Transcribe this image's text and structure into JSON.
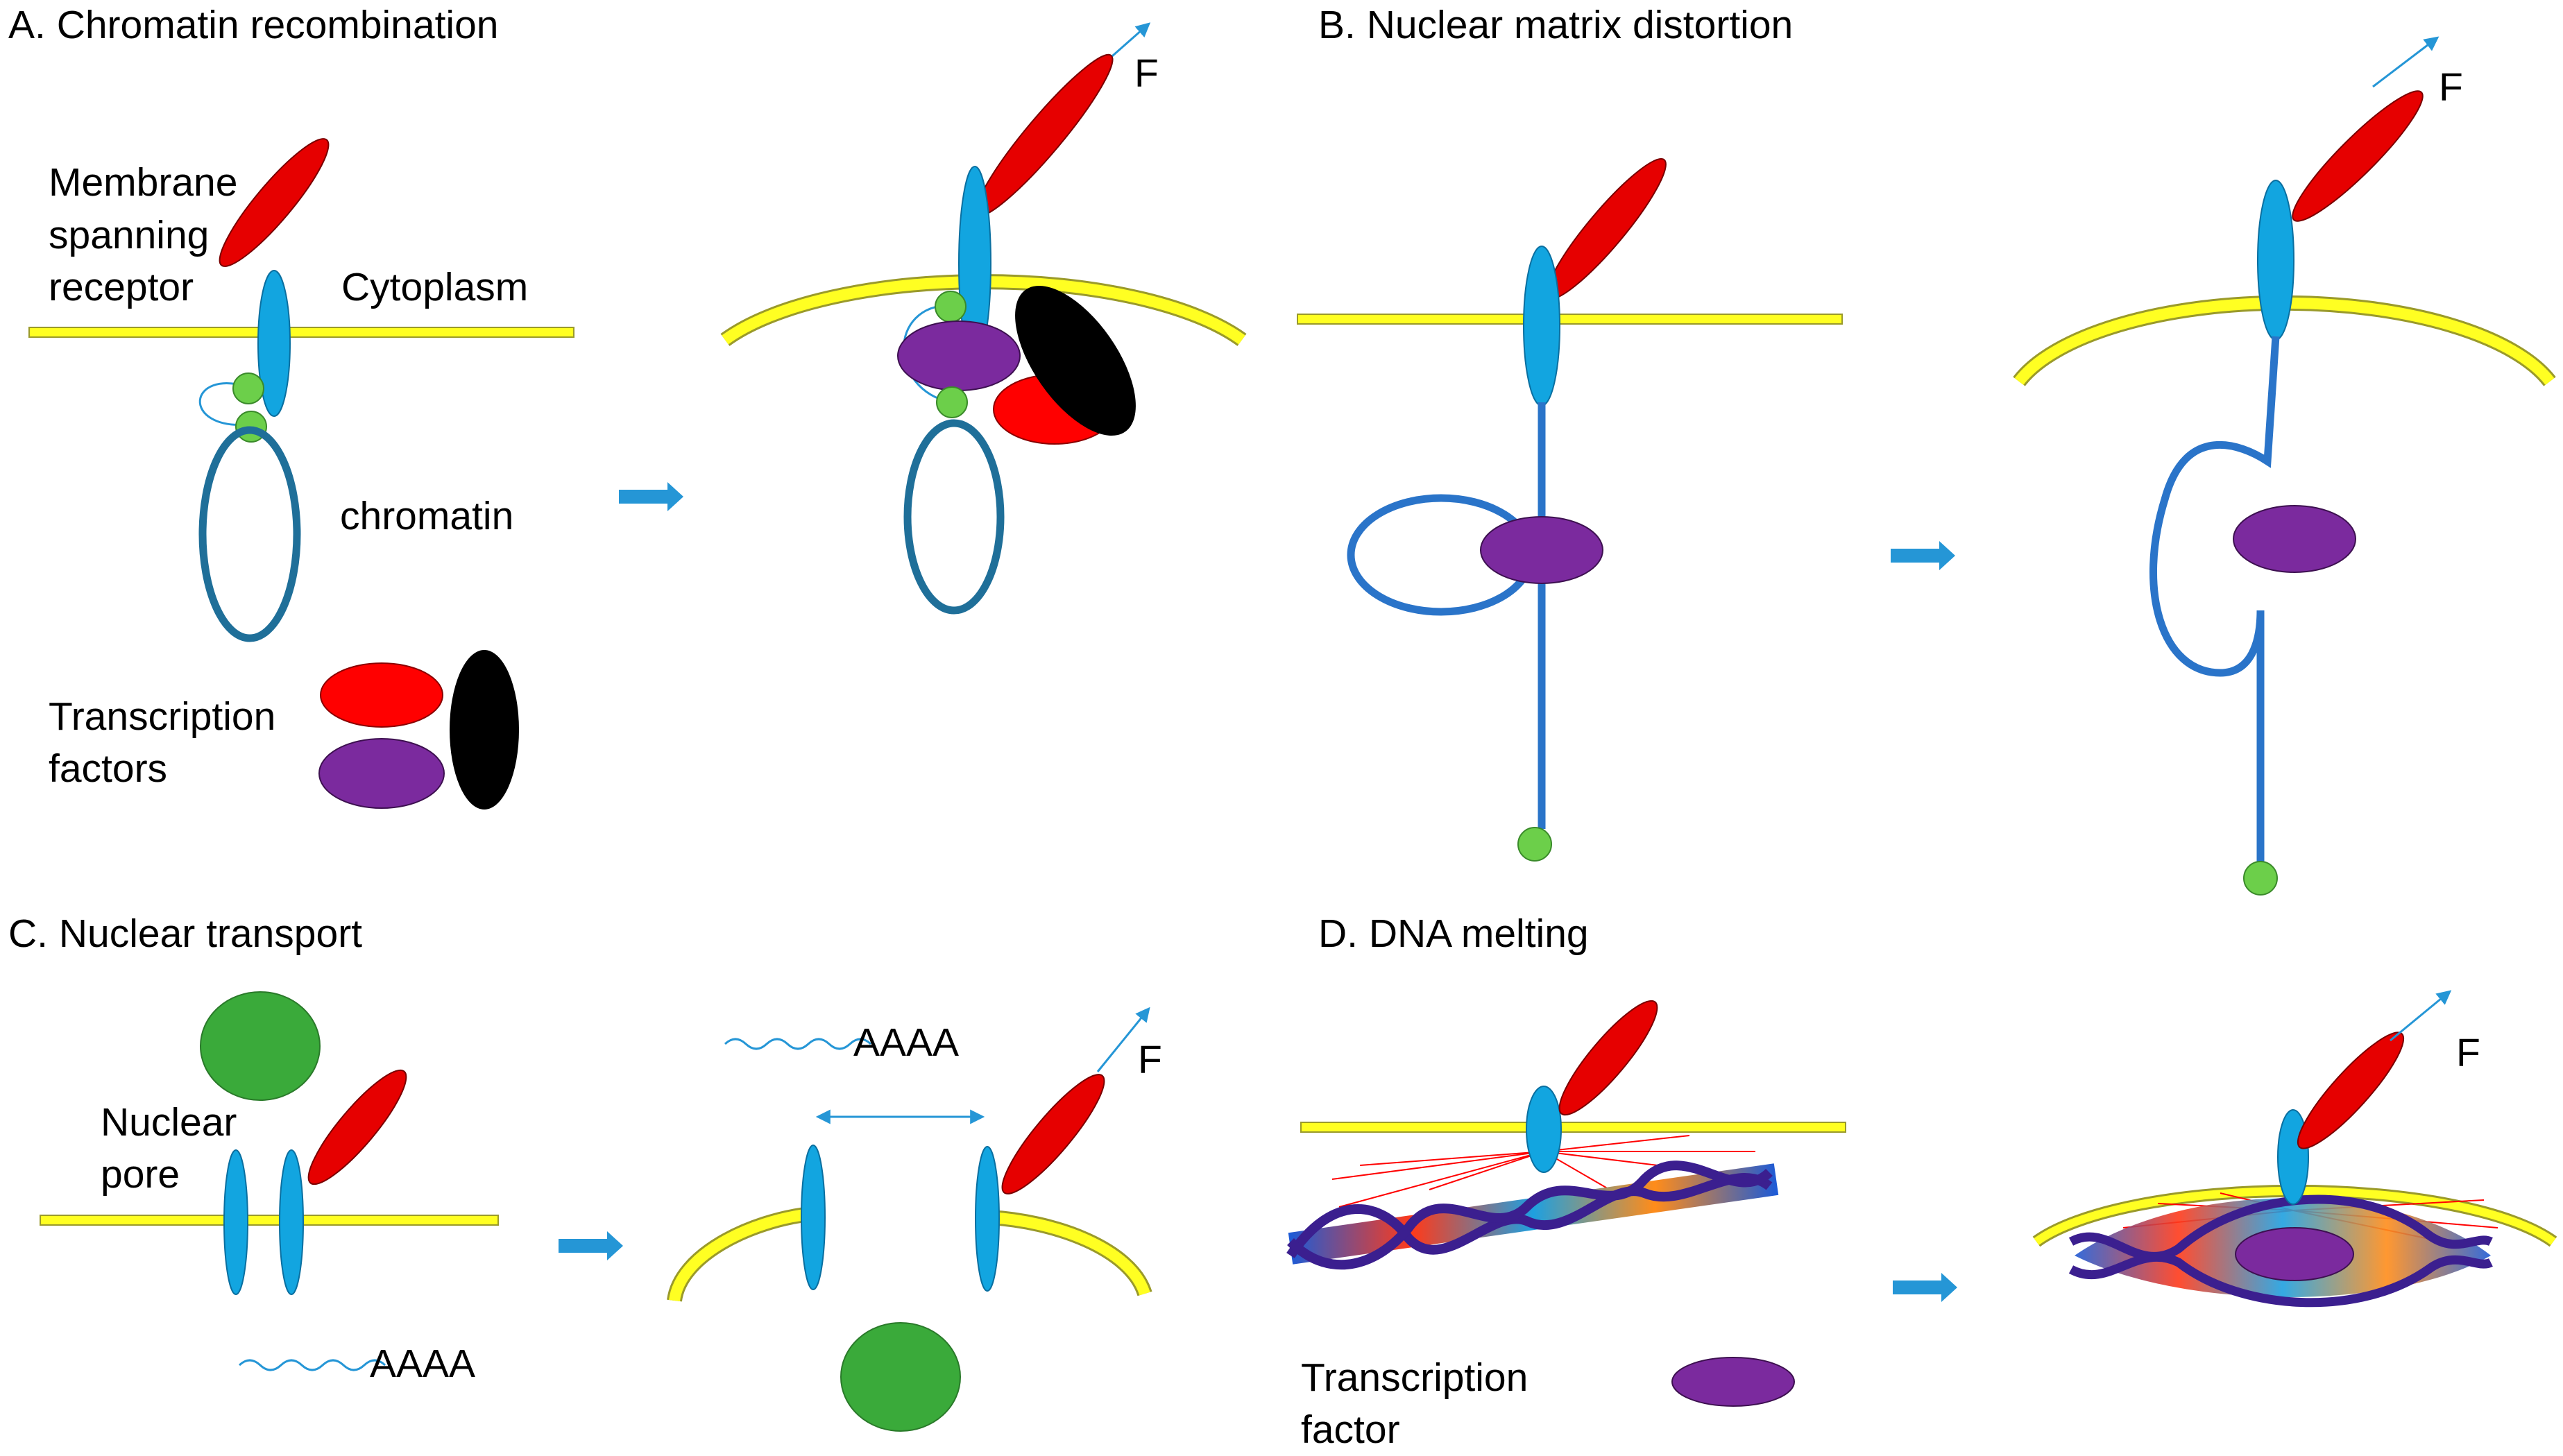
{
  "panels": {
    "a": {
      "title": "A. Chromatin recombination",
      "membrane_line1": "Membrane",
      "membrane_line2": "spanning",
      "membrane_line3": "receptor",
      "cytoplasm": "Cytoplasm",
      "chromatin": "chromatin",
      "tf_line1": "Transcription",
      "tf_line2": "factors",
      "force": "F"
    },
    "b": {
      "title": "B. Nuclear matrix distortion",
      "force": "F"
    },
    "c": {
      "title": "C. Nuclear transport",
      "pore_line1": "Nuclear",
      "pore_line2": "pore",
      "mrna_before": "AAAA",
      "mrna_after": "AAAA",
      "force": "F"
    },
    "d": {
      "title": "D. DNA melting",
      "tf_line1": "Transcription",
      "tf_line2": "factor",
      "force": "F"
    }
  },
  "colors": {
    "membrane": "#ffff22",
    "membrane_stroke": "#9a9a2a",
    "receptor": "#12a5e0",
    "integrin": "#e60000",
    "linker_green": "#6ccf4a",
    "chromatin": "#1f6f99",
    "matrix": "#2a74c9",
    "tf_red": "#ff0000",
    "tf_black": "#000000",
    "tf_purple": "#7b2a9e",
    "cargo_green": "#3aaa3a",
    "arrow": "#2596d6",
    "force_lines": "#ff0000"
  },
  "icons": {
    "step_arrow": "right-arrow-icon",
    "force_arrow": "force-arrow-icon",
    "dna": "dna-helix-icon",
    "mrna": "mrna-wave-icon"
  }
}
